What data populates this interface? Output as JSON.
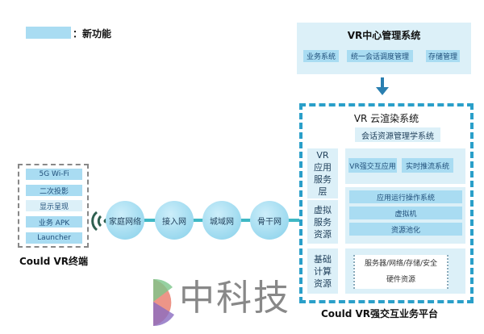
{
  "legend": {
    "label": "：新功能",
    "color": "#a9dcf2"
  },
  "center": {
    "title": "VR中心管理系统",
    "items": [
      "业务系统",
      "统一会话调度管理",
      "存储管理"
    ]
  },
  "cloud": {
    "title": "VR 云渲染系统",
    "session": "会话资源管理学系统",
    "layers": [
      {
        "label": "VR应用服务层",
        "items": [
          "VR强交互应用",
          "实时推流系统"
        ]
      },
      {
        "label": "虚拟服务资源",
        "items": [
          "应用运行操作系统",
          "虚拟机",
          "资源池化"
        ]
      },
      {
        "label": "基础计算资源",
        "items": [
          "服务器/网络/存储/安全",
          "硬件资源"
        ]
      }
    ],
    "platform": "Could VR强交互业务平台"
  },
  "terminal": {
    "items": [
      "5G Wi-Fi",
      "二次投影",
      "显示呈现",
      "业务 APK",
      "Launcher"
    ],
    "label": "Could VR终端"
  },
  "network": [
    "家庭网络",
    "接入网",
    "城域网",
    "骨干网"
  ],
  "watermark": "中科技",
  "colors": {
    "accent": "#2a9fc9",
    "line": "#3fb8c4"
  }
}
